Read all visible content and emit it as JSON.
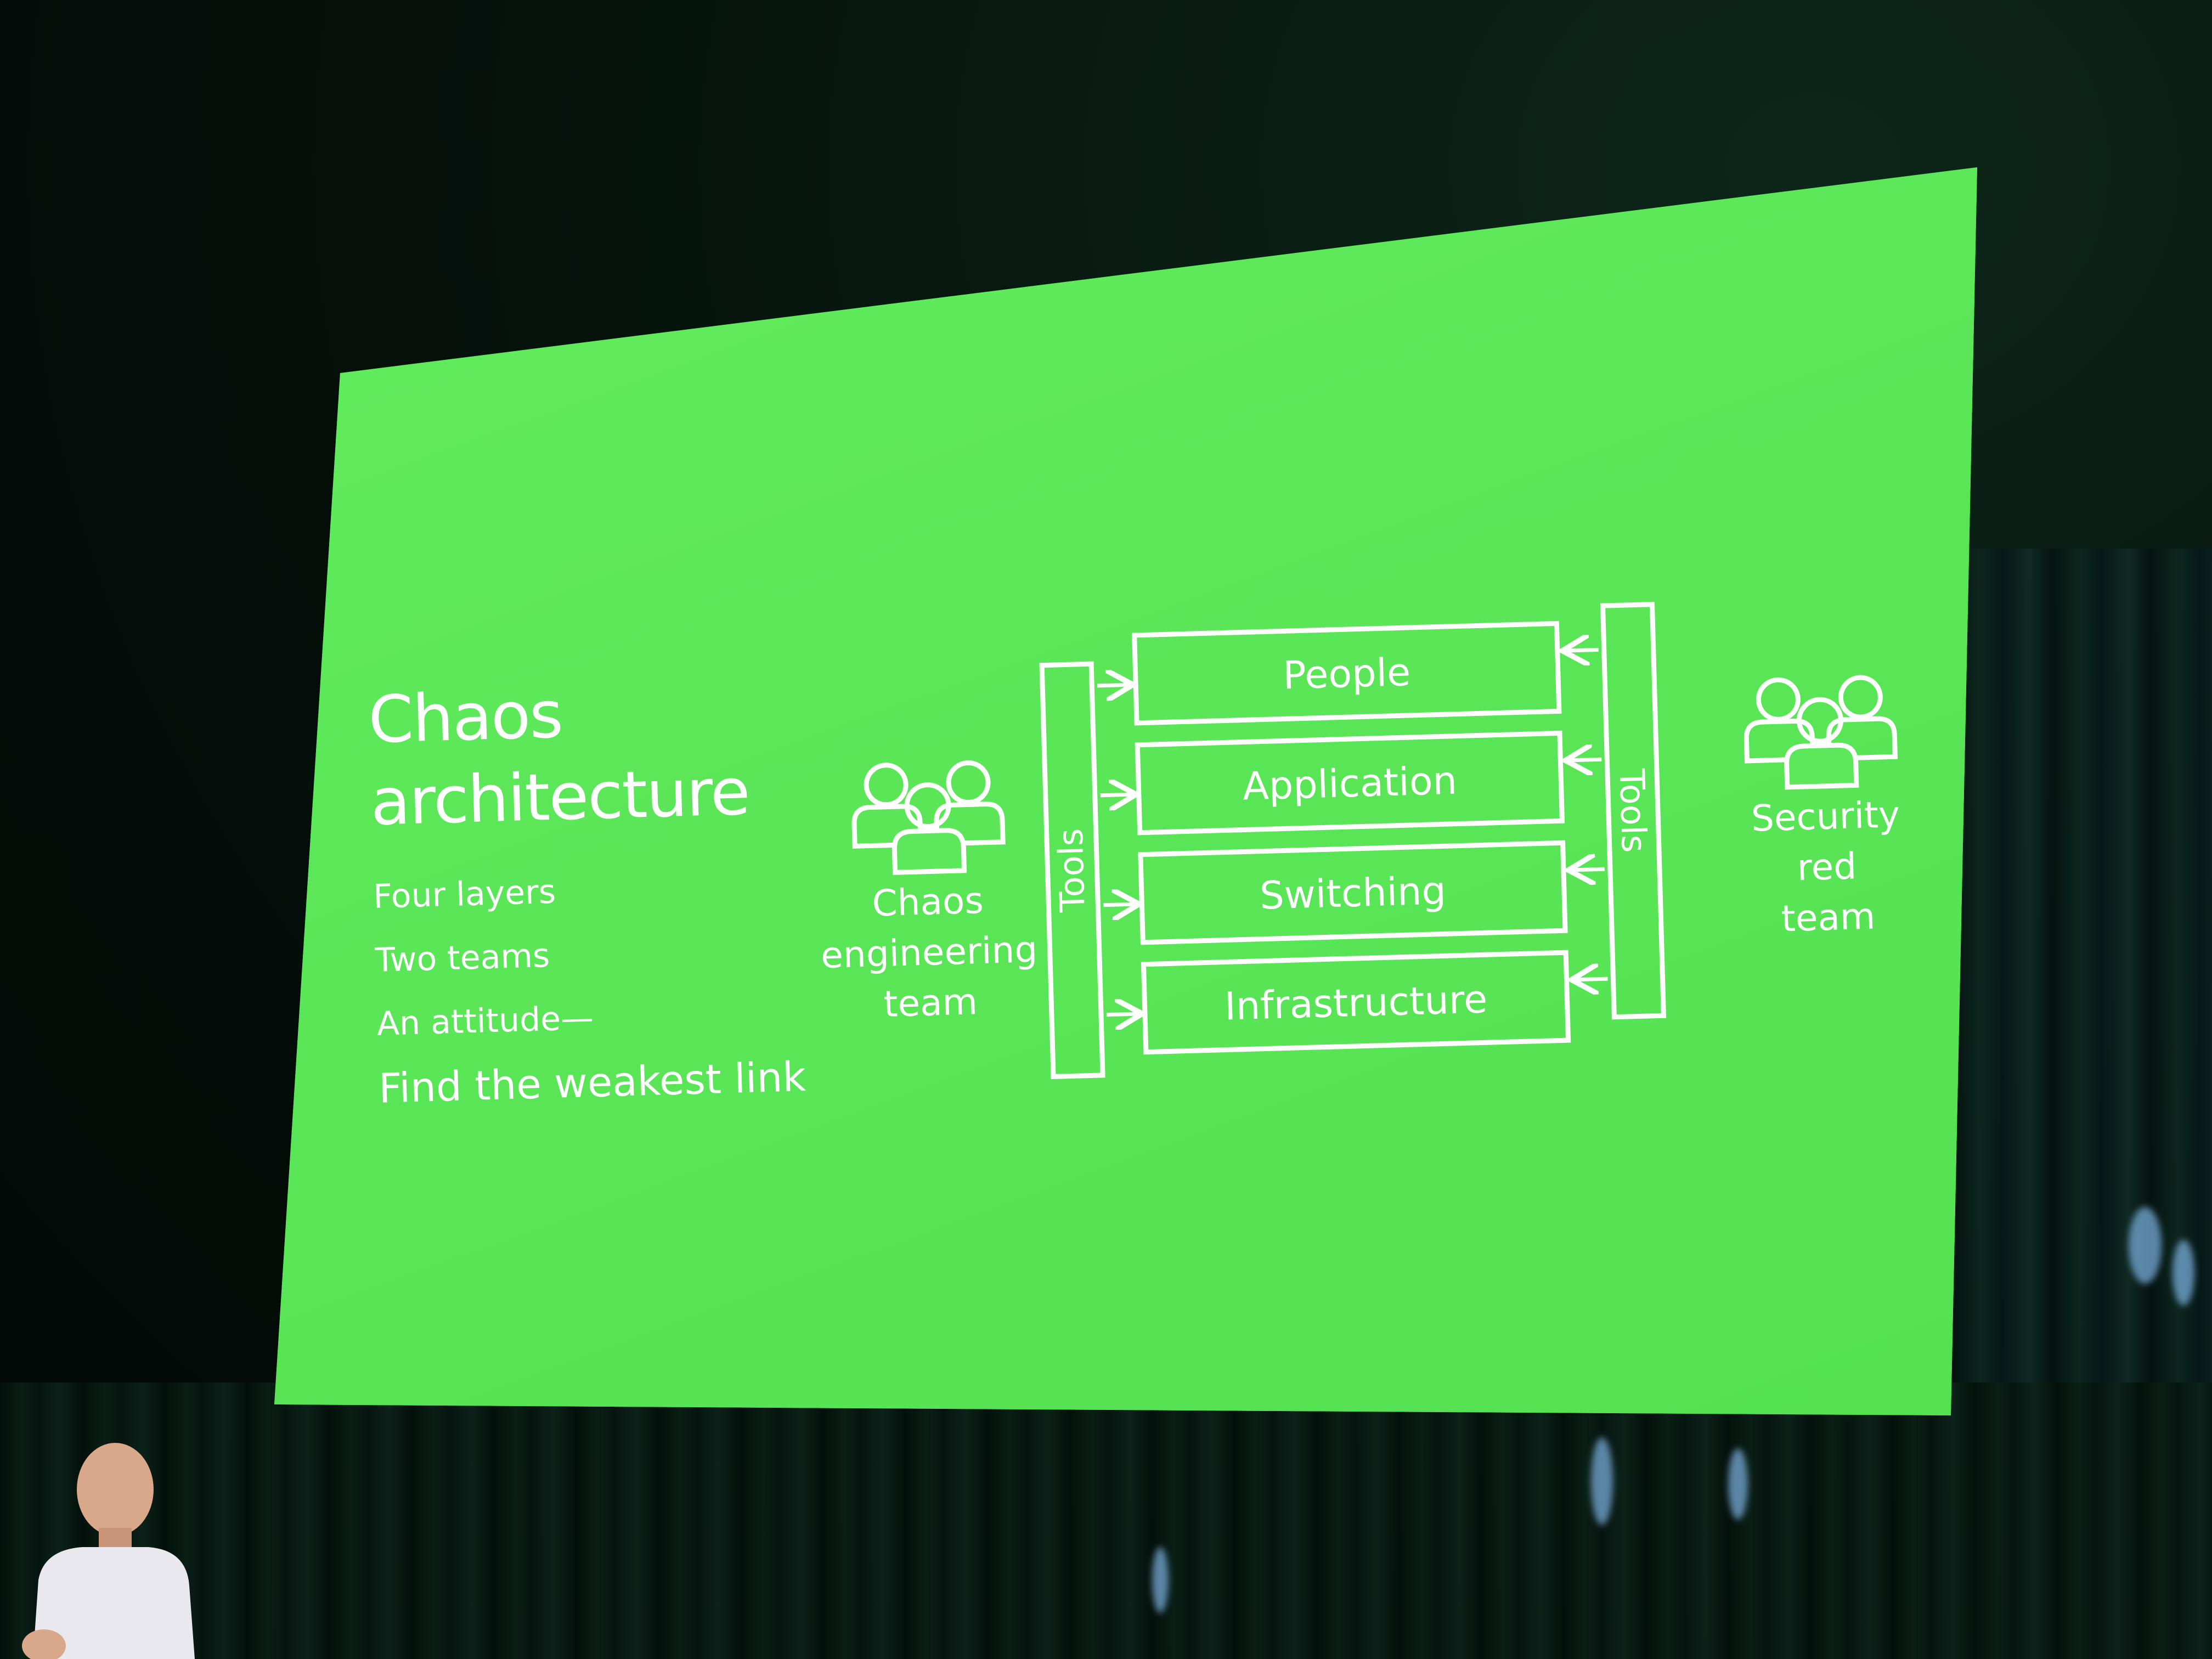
{
  "slide": {
    "title_lines": [
      "Chaos",
      "architecture"
    ],
    "bullets": [
      "Four layers",
      "Two teams",
      "An attitude—"
    ],
    "emphasis": "Find the weakest link"
  },
  "diagram": {
    "left_team": {
      "label_lines": [
        "Chaos",
        "engineering",
        "team"
      ],
      "icon": "group-of-people-icon"
    },
    "right_team": {
      "label_lines": [
        "Security",
        "red",
        "team"
      ],
      "icon": "group-of-people-icon"
    },
    "left_tools_label": "Tools",
    "right_tools_label": "Tools",
    "layers": [
      "People",
      "Application",
      "Switching",
      "Infrastructure"
    ]
  },
  "colors": {
    "screen_green": "#5ce85a",
    "line_white": "#ffffff",
    "stage_dark": "#06100c"
  }
}
